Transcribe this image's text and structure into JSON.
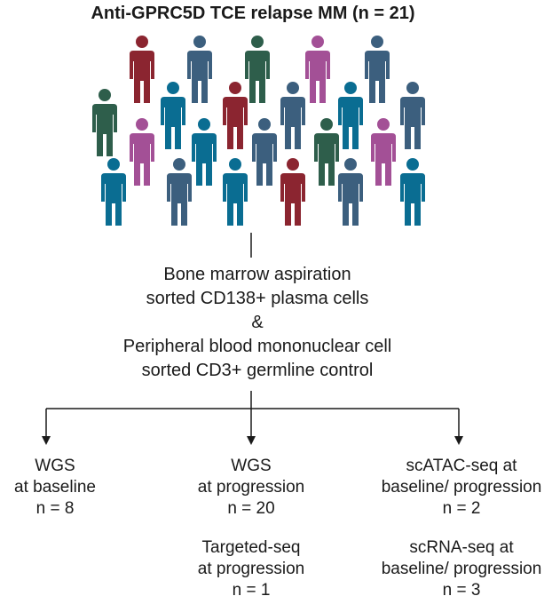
{
  "title": "Anti-GPRC5D TCE relapse MM (n = 21)",
  "colors": {
    "red": "#8b2530",
    "slate": "#3c5f7e",
    "teal": "#0a6d92",
    "green": "#2e5e4b",
    "magenta": "#a35096"
  },
  "people": [
    {
      "color": "red"
    },
    {
      "color": "slate"
    },
    {
      "color": "green"
    },
    {
      "color": "magenta"
    },
    {
      "color": "slate"
    },
    {
      "color": "green"
    },
    {
      "color": "teal"
    },
    {
      "color": "red"
    },
    {
      "color": "slate"
    },
    {
      "color": "teal"
    },
    {
      "color": "slate"
    },
    {
      "color": "magenta"
    },
    {
      "color": "teal"
    },
    {
      "color": "slate"
    },
    {
      "color": "green"
    },
    {
      "color": "magenta"
    },
    {
      "color": "teal"
    },
    {
      "color": "slate"
    },
    {
      "color": "teal"
    },
    {
      "color": "red"
    },
    {
      "color": "slate"
    },
    {
      "color": "teal"
    }
  ],
  "sampling": {
    "line1": "Bone marrow aspiration",
    "line2": "sorted CD138+ plasma cells",
    "line3": "&",
    "line4": "Peripheral blood mononuclear cell",
    "line5": "sorted CD3+ germline control"
  },
  "branches": {
    "left": {
      "line1": "WGS",
      "line2": "at baseline",
      "line3": "n = 8"
    },
    "middle": {
      "line1": "WGS",
      "line2": "at progression",
      "line3": "n = 20",
      "line4": "Targeted-seq",
      "line5": "at progression",
      "line6": "n = 1"
    },
    "right": {
      "line1": "scATAC-seq at",
      "line2": "baseline/ progression",
      "line3": "n = 2",
      "line4": "scRNA-seq at",
      "line5": "baseline/ progression",
      "line6": "n = 3"
    }
  }
}
